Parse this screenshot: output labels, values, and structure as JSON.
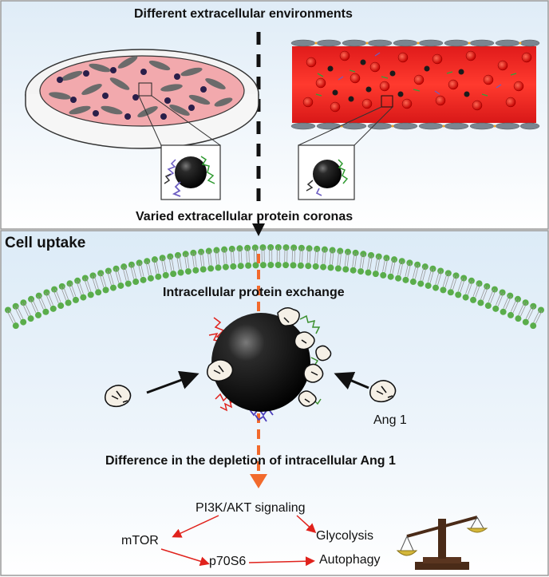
{
  "top_panel": {
    "title": "Different extracellular environments",
    "caption": "Varied extracellular protein coronas"
  },
  "bottom_panel": {
    "title": "Cell uptake",
    "exchange_label": "Intracellular protein exchange",
    "protein_label": "Ang 1",
    "difference_label": "Difference in the depletion of intracellular Ang 1"
  },
  "pathway": {
    "pi3k": "PI3K/AKT signaling",
    "mtor": "mTOR",
    "p70s6": "p70S6",
    "glycolysis": "Glycolysis",
    "autophagy": "Autophagy"
  },
  "colors": {
    "top_bg_top": "#e2eef8",
    "top_bg_bottom": "#ffffff",
    "bottom_bg": "#e3eff8",
    "blood_red": "#e8201e",
    "dish_pink": "#f2a9ad",
    "membrane_green": "#5aad4b",
    "arrow_orange": "#f26a2c",
    "arrow_red": "#e0221c"
  }
}
